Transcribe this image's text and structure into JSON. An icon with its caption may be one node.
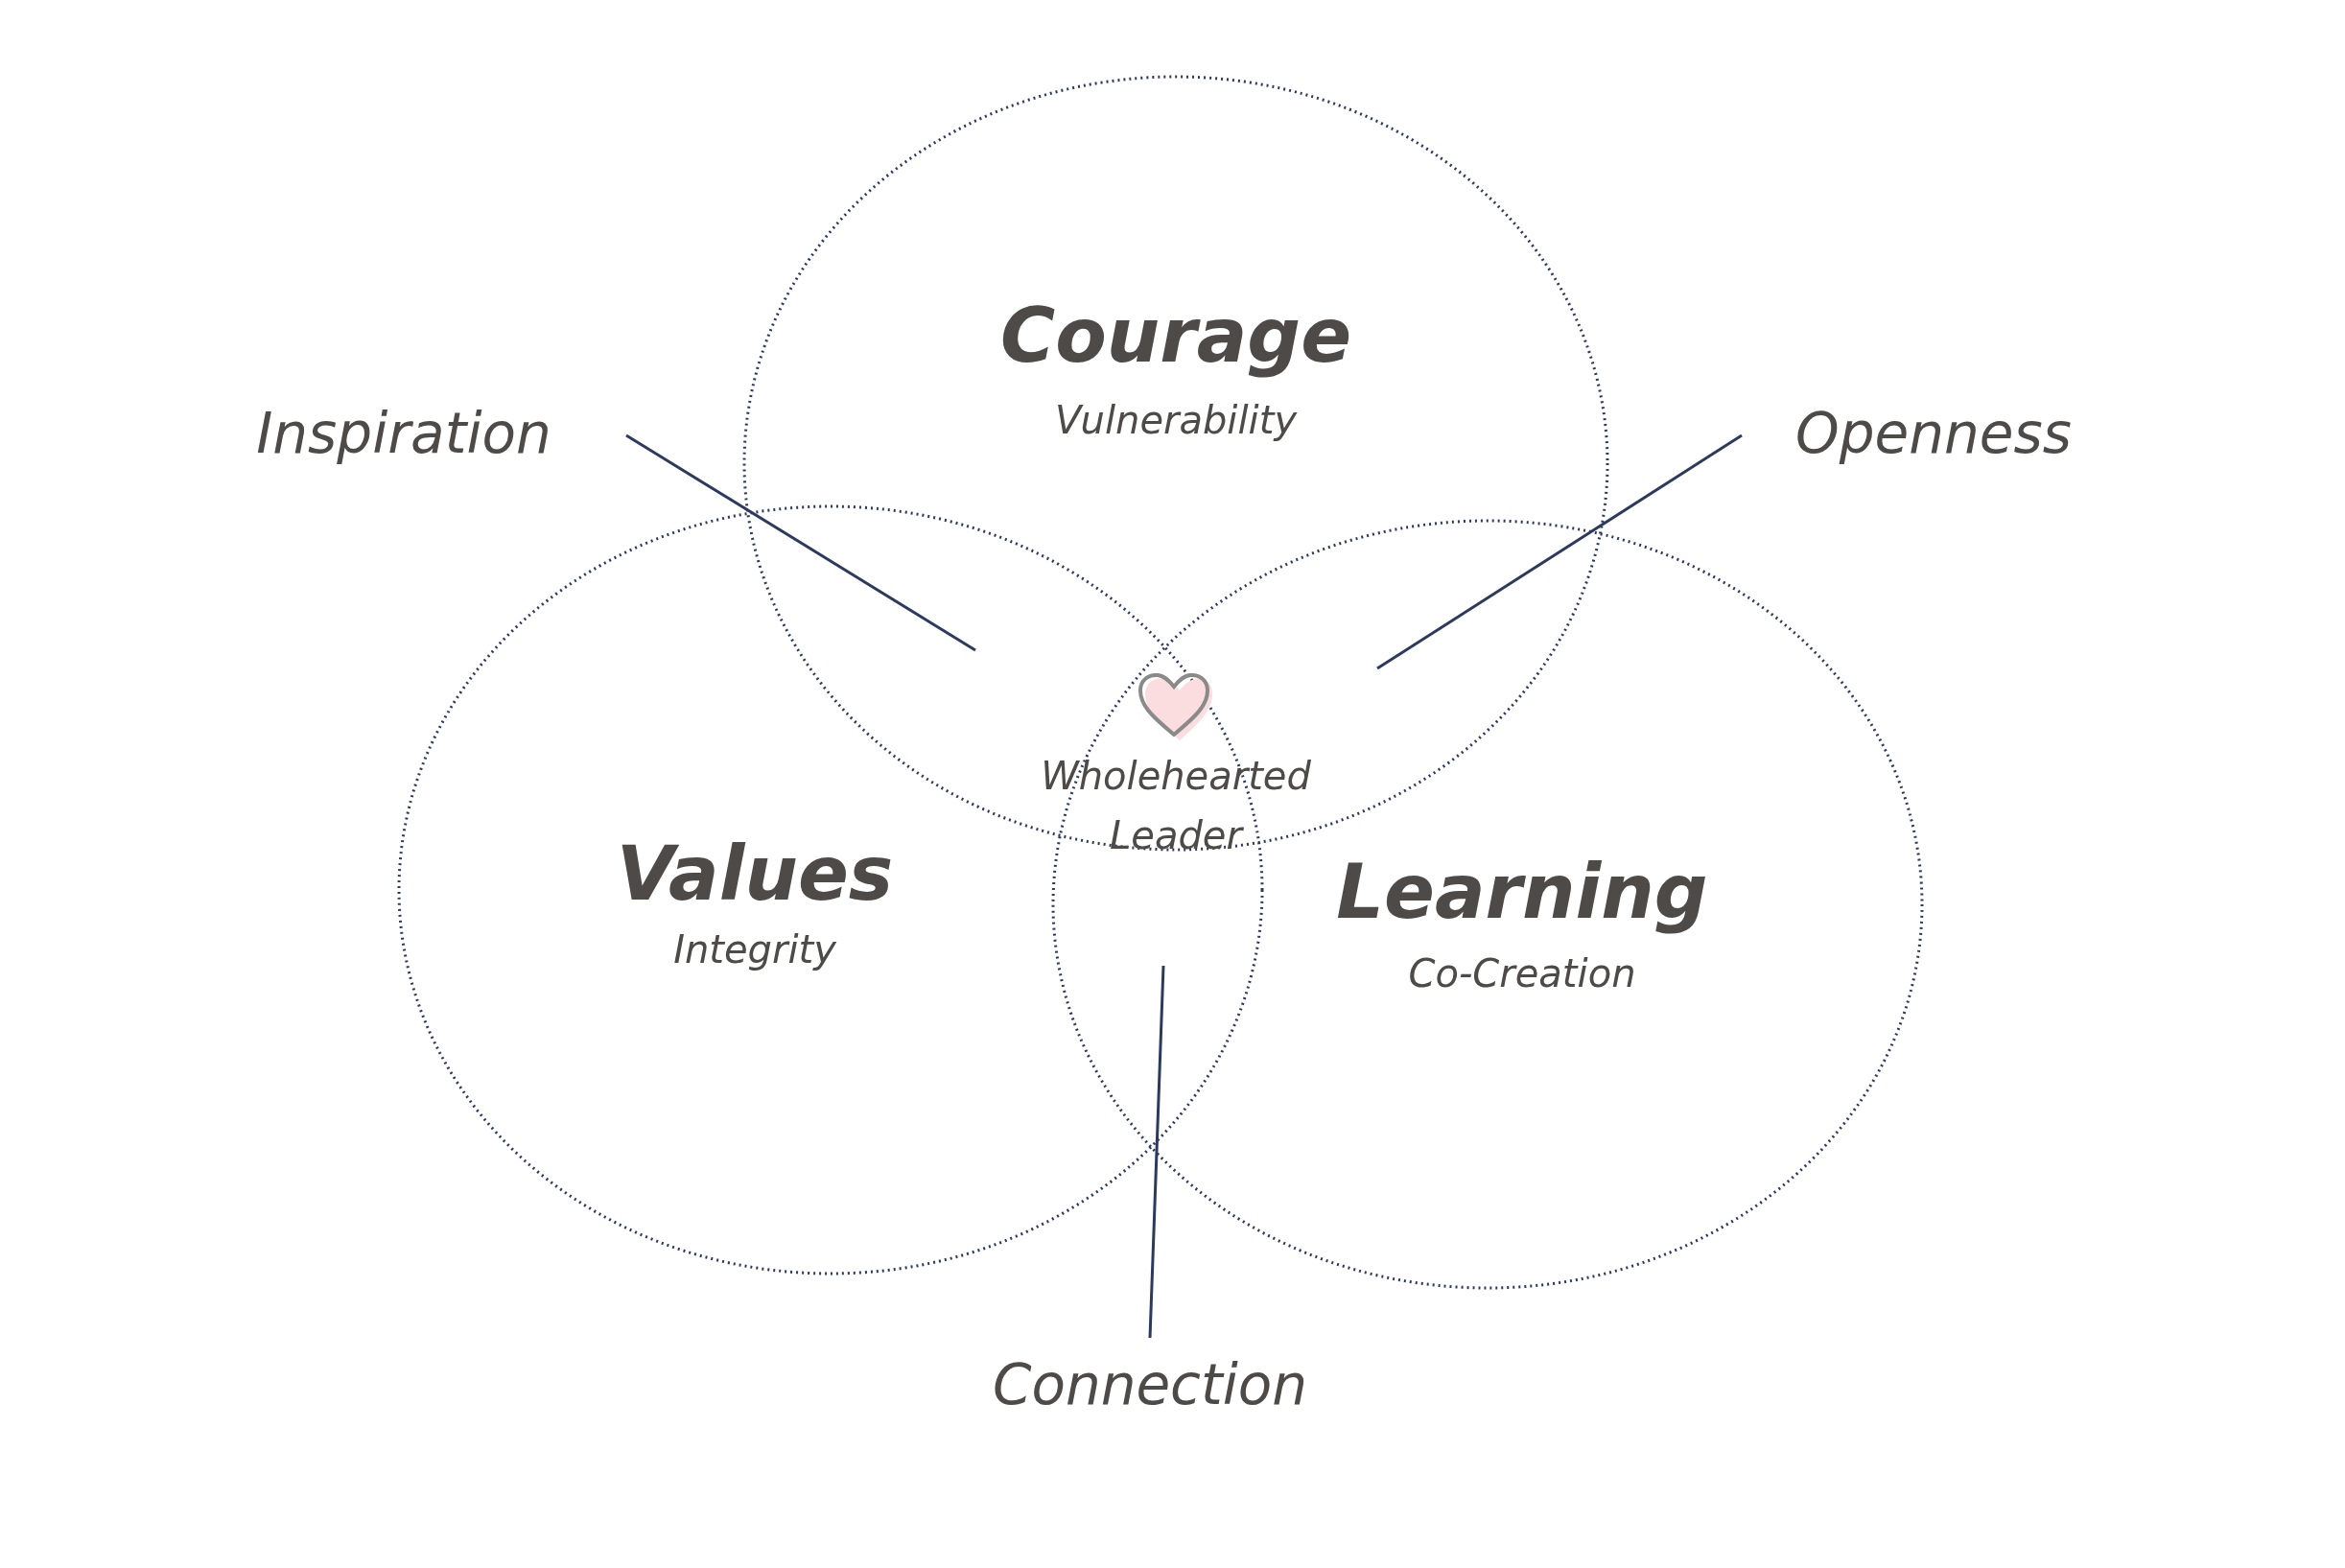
{
  "diagram": {
    "nodes": [
      {
        "text": [
          "Courage",
          "Vulnerability"
        ]
      },
      {
        "text": [
          "Values",
          "Integrity"
        ]
      },
      {
        "text": [
          "Learning",
          "Co-Creation"
        ]
      },
      {
        "text": [
          "Inspiration"
        ]
      },
      {
        "text": [
          "Openness"
        ]
      },
      {
        "text": [
          "Connection"
        ]
      }
    ],
    "edges": [
      {
        "from": 3,
        "to": 1,
        "arrow": "none"
      },
      {
        "from": 4,
        "to": 2,
        "arrow": "none"
      },
      {
        "from": 5,
        "to": 1,
        "arrow": "none"
      }
    ],
    "labels": [
      "Wholehearted Leader"
    ]
  }
}
